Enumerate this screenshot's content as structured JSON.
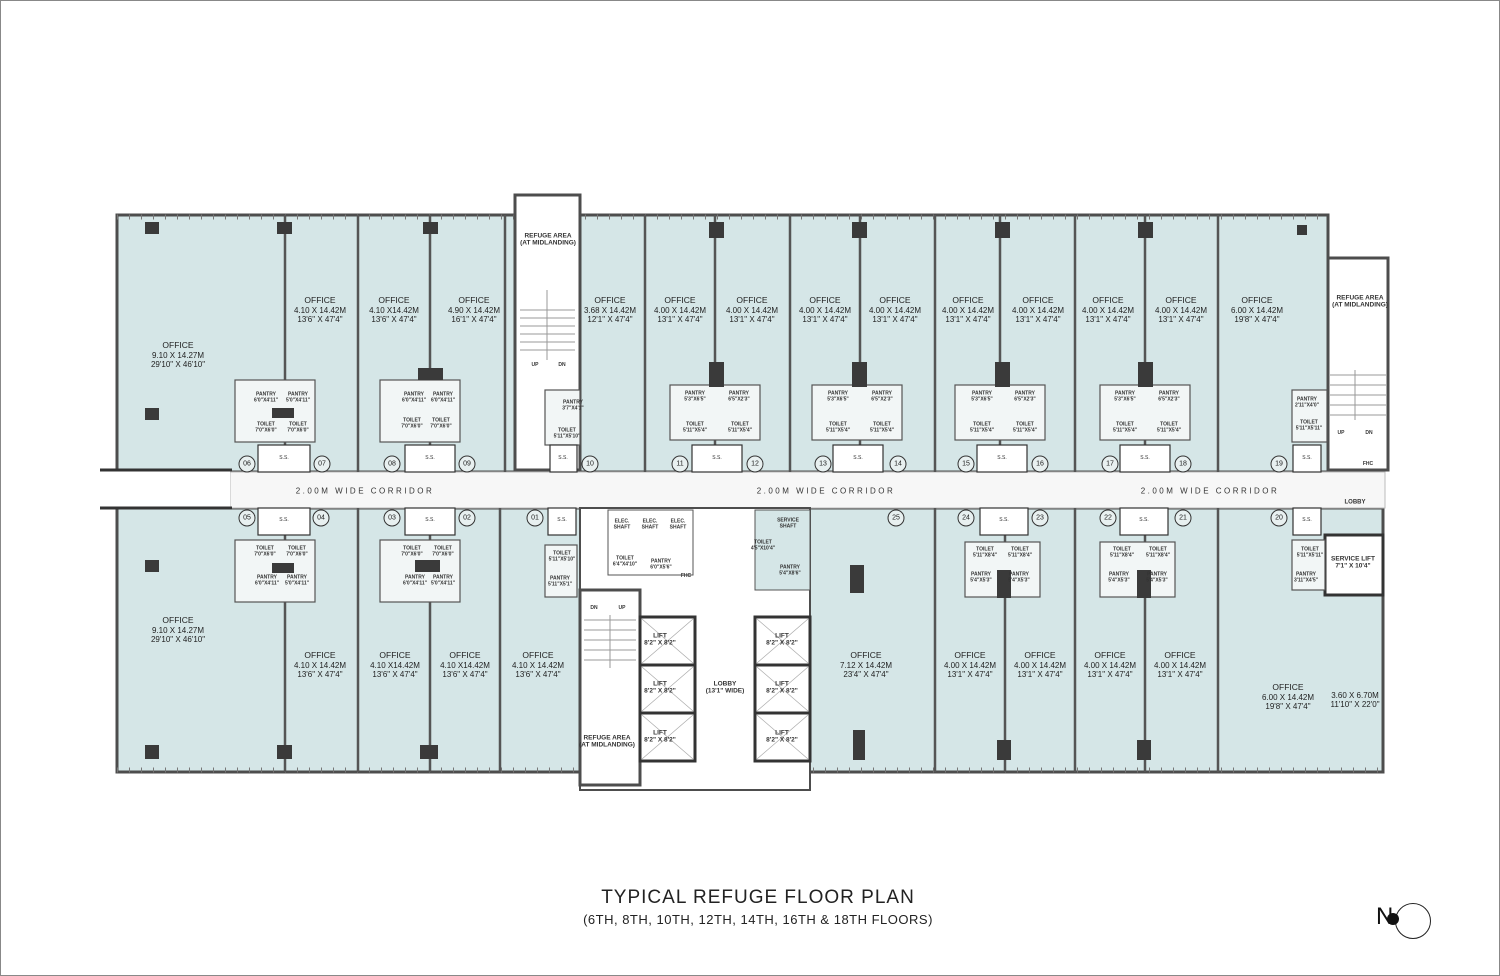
{
  "title": "TYPICAL REFUGE FLOOR PLAN",
  "subtitle": "(6TH, 8TH, 10TH, 12TH, 14TH, 16TH & 18TH FLOORS)",
  "north_label": "N",
  "colors": {
    "office_fill": "#d5e6e7",
    "wall": "#4d4d4d",
    "core": "#ffffff",
    "column": "#3a3a3a"
  },
  "corridor_label": "2.00M WIDE CORRIDOR",
  "lobby_right": "LOBBY",
  "ss_label": "S.S.",
  "offices_top": [
    {
      "name": "OFFICE",
      "metric": "9.10 X 14.27M",
      "imperial": "29'10\" X 46'10\""
    },
    {
      "name": "OFFICE",
      "metric": "4.10 X 14.42M",
      "imperial": "13'6\" X 47'4\""
    },
    {
      "name": "OFFICE",
      "metric": "4.10 X14.42M",
      "imperial": "13'6\" X 47'4\""
    },
    {
      "name": "OFFICE",
      "metric": "4.90 X 14.42M",
      "imperial": "16'1\" X 47'4\""
    },
    {
      "name": "OFFICE",
      "metric": "3.68 X 14.42M",
      "imperial": "12'1\" X 47'4\""
    },
    {
      "name": "OFFICE",
      "metric": "4.00 X 14.42M",
      "imperial": "13'1\" X 47'4\""
    },
    {
      "name": "OFFICE",
      "metric": "4.00 X 14.42M",
      "imperial": "13'1\" X 47'4\""
    },
    {
      "name": "OFFICE",
      "metric": "4.00 X 14.42M",
      "imperial": "13'1\" X 47'4\""
    },
    {
      "name": "OFFICE",
      "metric": "4.00 X 14.42M",
      "imperial": "13'1\" X 47'4\""
    },
    {
      "name": "OFFICE",
      "metric": "4.00 X 14.42M",
      "imperial": "13'1\" X 47'4\""
    },
    {
      "name": "OFFICE",
      "metric": "4.00 X 14.42M",
      "imperial": "13'1\" X 47'4\""
    },
    {
      "name": "OFFICE",
      "metric": "4.00 X 14.42M",
      "imperial": "13'1\" X 47'4\""
    },
    {
      "name": "OFFICE",
      "metric": "4.00 X 14.42M",
      "imperial": "13'1\" X 47'4\""
    },
    {
      "name": "OFFICE",
      "metric": "6.00 X 14.42M",
      "imperial": "19'8\" X 47'4\""
    }
  ],
  "offices_bottom": [
    {
      "name": "OFFICE",
      "metric": "9.10 X 14.27M",
      "imperial": "29'10\" X 46'10\""
    },
    {
      "name": "OFFICE",
      "metric": "4.10 X 14.42M",
      "imperial": "13'6\" X 47'4\""
    },
    {
      "name": "OFFICE",
      "metric": "4.10 X14.42M",
      "imperial": "13'6\" X 47'4\""
    },
    {
      "name": "OFFICE",
      "metric": "4.10 X14.42M",
      "imperial": "13'6\" X 47'4\""
    },
    {
      "name": "OFFICE",
      "metric": "4.10 X 14.42M",
      "imperial": "13'6\" X 47'4\""
    },
    {
      "name": "OFFICE",
      "metric": "7.12 X 14.42M",
      "imperial": "23'4\" X 47'4\""
    },
    {
      "name": "OFFICE",
      "metric": "4.00 X 14.42M",
      "imperial": "13'1\" X 47'4\""
    },
    {
      "name": "OFFICE",
      "metric": "4.00 X 14.42M",
      "imperial": "13'1\" X 47'4\""
    },
    {
      "name": "OFFICE",
      "metric": "4.00 X 14.42M",
      "imperial": "13'1\" X 47'4\""
    },
    {
      "name": "OFFICE",
      "metric": "4.00 X 14.42M",
      "imperial": "13'1\" X 47'4\""
    },
    {
      "name": "OFFICE",
      "metric": "6.00 X 14.42M",
      "imperial": "19'8\" X 47'4\""
    },
    {
      "name": "",
      "metric": "3.60 X 6.70M",
      "imperial": "11'10\" X 22'0\""
    }
  ],
  "units_top": [
    "06",
    "07",
    "08",
    "09",
    "10",
    "11",
    "12",
    "13",
    "14",
    "15",
    "16",
    "17",
    "18",
    "19"
  ],
  "units_bottom": [
    "05",
    "04",
    "03",
    "02",
    "01",
    "25",
    "24",
    "23",
    "22",
    "21",
    "20"
  ],
  "small_labels": [
    [
      "PANTRY",
      "6'0\"X4'11\""
    ],
    [
      "PANTRY",
      "5'0\"X4'11\""
    ],
    [
      "TOILET",
      "7'0\"X6'0\""
    ],
    [
      "TOILET",
      "7'0\"X6'0\""
    ],
    [
      "PANTRY",
      "6'0\"X4'11\""
    ],
    [
      "PANTRY",
      "6'0\"X4'11\""
    ],
    [
      "TOILET",
      "7'0\"X6'0\""
    ],
    [
      "TOILET",
      "7'0\"X6'0\""
    ],
    [
      "REFUGE AREA",
      "(AT MIDLANDING)"
    ],
    [
      "UP",
      ""
    ],
    [
      "DN",
      ""
    ],
    [
      "PANTRY",
      "3'7\"X4'1\""
    ],
    [
      "TOILET",
      "5'11\"X5'10\""
    ],
    [
      "PANTRY",
      "5'3\"X6'5\""
    ],
    [
      "PANTRY",
      "6'5\"X2'3\""
    ],
    [
      "TOILET",
      "5'11\"X5'4\""
    ],
    [
      "TOILET",
      "5'11\"X5'4\""
    ],
    [
      "PANTRY",
      "5'3\"X6'5\""
    ],
    [
      "PANTRY",
      "6'5\"X2'3\""
    ],
    [
      "TOILET",
      "5'11\"X5'4\""
    ],
    [
      "TOILET",
      "5'11\"X5'4\""
    ],
    [
      "PANTRY",
      "5'3\"X6'5\""
    ],
    [
      "PANTRY",
      "6'5\"X2'3\""
    ],
    [
      "TOILET",
      "5'11\"X5'4\""
    ],
    [
      "TOILET",
      "5'11\"X5'4\""
    ],
    [
      "PANTRY",
      "5'3\"X6'5\""
    ],
    [
      "PANTRY",
      "6'5\"X2'3\""
    ],
    [
      "TOILET",
      "5'11\"X5'4\""
    ],
    [
      "TOILET",
      "5'11\"X5'4\""
    ],
    [
      "PANTRY",
      "2'11\"X4'0\""
    ],
    [
      "TOILET",
      "5'11\"X5'11\""
    ],
    [
      "REFUGE AREA",
      "(AT MIDLANDING)"
    ],
    [
      "UP",
      ""
    ],
    [
      "DN",
      ""
    ],
    [
      "FHC",
      ""
    ],
    [
      "TOILET",
      "7'0\"X6'0\""
    ],
    [
      "TOILET",
      "7'0\"X6'0\""
    ],
    [
      "PANTRY",
      "6'0\"X4'11\""
    ],
    [
      "PANTRY",
      "5'0\"X4'11\""
    ],
    [
      "TOILET",
      "7'0\"X6'0\""
    ],
    [
      "TOILET",
      "7'0\"X6'0\""
    ],
    [
      "PANTRY",
      "6'0\"X4'11\""
    ],
    [
      "PANTRY",
      "5'0\"X4'11\""
    ],
    [
      "TOILET",
      "5'11\"X5'10\""
    ],
    [
      "PANTRY",
      "5'11\"X5'1\""
    ],
    [
      "ELEC.",
      "SHAFT"
    ],
    [
      "ELEC.",
      "SHAFT"
    ],
    [
      "ELEC.",
      "SHAFT"
    ],
    [
      "TOILET",
      "6'4\"X4'10\""
    ],
    [
      "PANTRY",
      "6'0\"X5'6\""
    ],
    [
      "FHC",
      ""
    ],
    [
      "DN",
      ""
    ],
    [
      "UP",
      ""
    ],
    [
      "REFUGE AREA",
      "(AT MIDLANDING)"
    ],
    [
      "LIFT",
      "8'2\" X 8'2\""
    ],
    [
      "LIFT",
      "8'2\" X 8'2\""
    ],
    [
      "LIFT",
      "8'2\" X 8'2\""
    ],
    [
      "LIFT",
      "8'2\" X 8'2\""
    ],
    [
      "LIFT",
      "8'2\" X 8'2\""
    ],
    [
      "LIFT",
      "8'2\" X 8'2\""
    ],
    [
      "LOBBY",
      "(13'1\" WIDE)"
    ],
    [
      "SERVICE",
      "SHAFT"
    ],
    [
      "TOILET",
      "4'5\"X10'4\""
    ],
    [
      "PANTRY",
      "5'4\"X8'6\""
    ],
    [
      "TOILET",
      "5'11\"X8'4\""
    ],
    [
      "TOILET",
      "5'11\"X8'4\""
    ],
    [
      "PANTRY",
      "5'4\"X5'3\""
    ],
    [
      "PANTRY",
      "5'4\"X5'3\""
    ],
    [
      "TOILET",
      "5'11\"X8'4\""
    ],
    [
      "TOILET",
      "5'11\"X8'4\""
    ],
    [
      "PANTRY",
      "5'4\"X5'3\""
    ],
    [
      "PANTRY",
      "5'4\"X5'3\""
    ],
    [
      "TOILET",
      "5'11\"X5'11\""
    ],
    [
      "PANTRY",
      "3'11\"X4'5\""
    ],
    [
      "SERVICE LIFT",
      "7'1\" X 10'4\""
    ]
  ]
}
